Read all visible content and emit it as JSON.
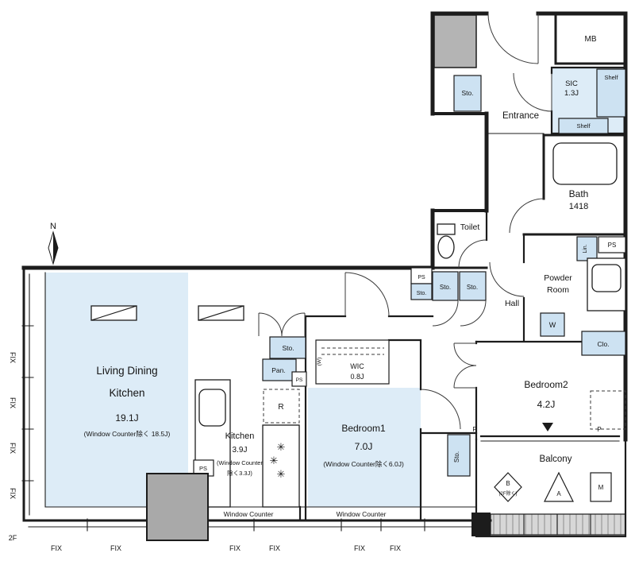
{
  "plan": {
    "compass": {
      "n": "N"
    },
    "floor_label": "2F",
    "rooms": {
      "ldk1": "Living Dining",
      "ldk2": "Kitchen",
      "ldk_area": "19.1J",
      "ldk_note": "(Window Counter除く 18.5J)",
      "kitchen": "Kitchen",
      "kitchen_area": "3.9J",
      "kitchen_note1": "(Window Counter",
      "kitchen_note2": "除く3.3J)",
      "bedroom1": "Bedroom1",
      "bedroom1_area": "7.0J",
      "bedroom1_note": "(Window Counter除く6.0J)",
      "bedroom2": "Bedroom2",
      "bedroom2_area": "4.2J",
      "wic": "WIC",
      "wic_area": "0.8J",
      "sic": "SIC",
      "sic_area": "1.3J",
      "bath": "Bath",
      "bath_size": "1418",
      "toilet": "Toilet",
      "powder1": "Powder",
      "powder2": "Room",
      "hall": "Hall",
      "entrance": "Entrance",
      "balcony": "Balcony",
      "mb": "MB"
    },
    "labels": {
      "sto": "Sto.",
      "pan": "Pan.",
      "shelf": "Shelf",
      "lin": "Lin.",
      "ps": "PS",
      "w": "W",
      "wic_w": "(W)",
      "clo": "Clo.",
      "r": "R",
      "p": "P",
      "fix": "FIX",
      "window_counter": "Window Counter",
      "balcony_b": "B",
      "balcony_b_note": "(2F除く)",
      "balcony_a": "A",
      "balcony_m": "M"
    },
    "icons": {
      "stove_burner": "✳"
    },
    "colors": {
      "room_fill": "#ddecf7",
      "storage_fill": "#cde2f2",
      "wall": "#1c1c1c",
      "gray_block": "#ababab"
    }
  }
}
